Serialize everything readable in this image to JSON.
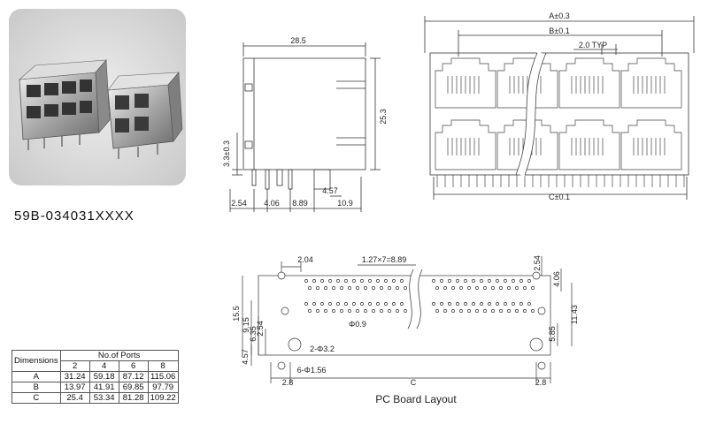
{
  "product": {
    "model": "59B-034031XXXX"
  },
  "side_view": {
    "width_dim": "28.5",
    "height_dim": "25.3",
    "pin_height_dim": "3.3±0.3",
    "bottom_dims": [
      "2.54",
      "4.06",
      "8.89",
      "10.9"
    ],
    "small_dim": "4.57"
  },
  "front_view": {
    "dim_a": "A±0.3",
    "dim_b": "B±0.1",
    "dim_c": "C±0.1",
    "pitch": "2.0 TYP"
  },
  "pcb_layout": {
    "title": "PC Board Layout",
    "dims": {
      "top_left": "2.04",
      "pitch": "1.27×7=8.89",
      "top_right": "2.54",
      "right_a": "4.06",
      "right_b": "11.43",
      "right_c": "5.85",
      "left_15_5": "15.5",
      "left_9_15": "9.15",
      "left_6_35": "6.35",
      "left_2_54": "2.54",
      "left_4_57": "4.57",
      "hole_small": "Φ0.9",
      "hole_mid": "2-Φ3.2",
      "hole_big": "6-Φ1.56",
      "bottom_left": "2.8",
      "bottom_mid": "C",
      "bottom_right": "2.8"
    }
  },
  "dimension_table": {
    "header_row1": [
      "Dimensions",
      "No.of Ports"
    ],
    "ports": [
      "2",
      "4",
      "6",
      "8"
    ],
    "rows": [
      {
        "name": "A",
        "values": [
          "31.24",
          "59.18",
          "87.12",
          "115.06"
        ]
      },
      {
        "name": "B",
        "values": [
          "13.97",
          "41.91",
          "69.85",
          "97.79"
        ]
      },
      {
        "name": "C",
        "values": [
          "25.4",
          "53.34",
          "81.28",
          "109.22"
        ]
      }
    ]
  }
}
